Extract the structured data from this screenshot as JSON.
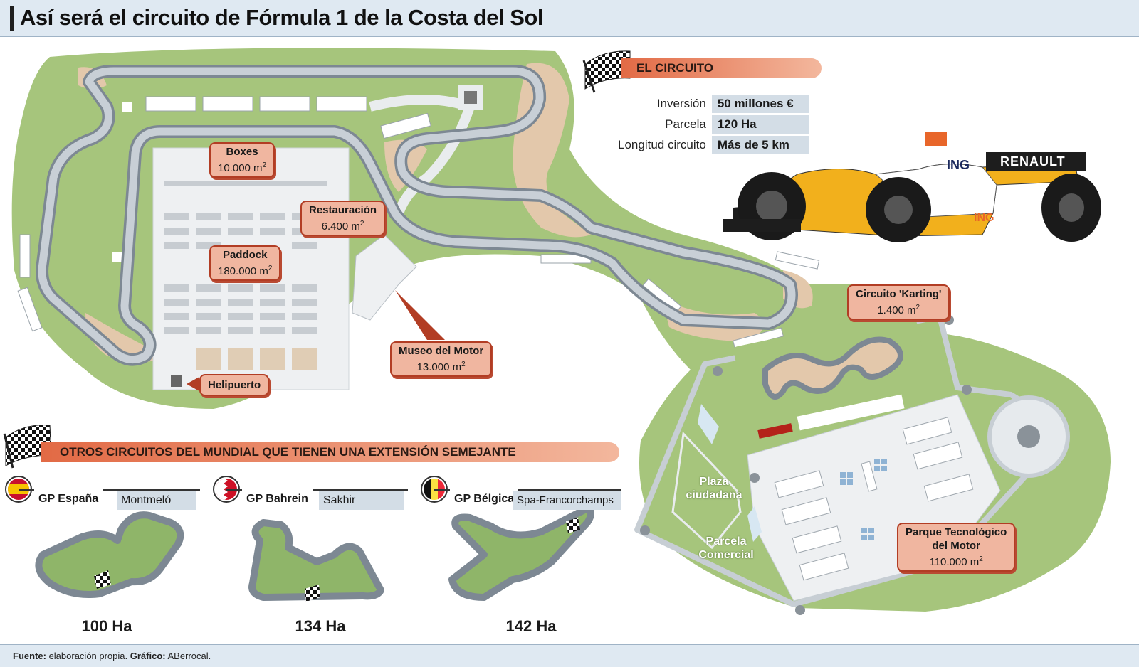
{
  "title": "Así será el circuito de Fórmula 1 de la Costa del Sol",
  "el_circuito": {
    "heading": "EL CIRCUITO",
    "facts": [
      {
        "label": "Inversión",
        "value": "50 millones €"
      },
      {
        "label": "Parcela",
        "value": "120 Ha"
      },
      {
        "label": "Longitud circuito",
        "value": "Más de 5 km"
      }
    ]
  },
  "callouts": {
    "boxes": {
      "name": "Boxes",
      "value": "10.000 m",
      "exp": "2"
    },
    "restauracion": {
      "name": "Restauración",
      "value": "6.400 m",
      "exp": "2"
    },
    "paddock": {
      "name": "Paddock",
      "value": "180.000 m",
      "exp": "2"
    },
    "museo": {
      "name": "Museo del Motor",
      "value": "13.000 m",
      "exp": "2"
    },
    "helipuerto": {
      "name": "Helipuerto"
    },
    "karting": {
      "name": "Circuito 'Karting'",
      "value": "1.400 m",
      "exp": "2"
    },
    "parque": {
      "name": "Parque Tecnológico",
      "name2": "del Motor",
      "value": "110.000 m",
      "exp": "2"
    }
  },
  "zones": {
    "plaza": {
      "line1": "Plaza",
      "line2": "ciudadana"
    },
    "parcela": {
      "line1": "Parcela",
      "line2": "Comercial"
    }
  },
  "car": {
    "sponsor1": "ING",
    "sponsor2": "RENAULT",
    "sponsor3": "ING"
  },
  "otros": {
    "heading": "OTROS CIRCUITOS DEL MUNDIAL QUE TIENEN UNA EXTENSIÓN SEMEJANTE",
    "circuits": [
      {
        "gp": "GP España",
        "place": "Montmeló",
        "area": "100 Ha"
      },
      {
        "gp": "GP Bahrein",
        "place": "Sakhir",
        "area": "134 Ha"
      },
      {
        "gp": "GP Bélgica",
        "place": "Spa-Francorchamps",
        "area": "142 Ha"
      }
    ]
  },
  "footer": {
    "fuente_label": "Fuente:",
    "fuente": " elaboración propia. ",
    "grafico_label": "Gráfico:",
    "grafico": " ABerrocal."
  },
  "colors": {
    "grass": "#a6c57c",
    "sand": "#e3c8ab",
    "track": "#a7b1bb",
    "callout_fill": "#f0b6a0",
    "callout_border": "#b23d24",
    "header_blue": "#dfe9f2"
  }
}
